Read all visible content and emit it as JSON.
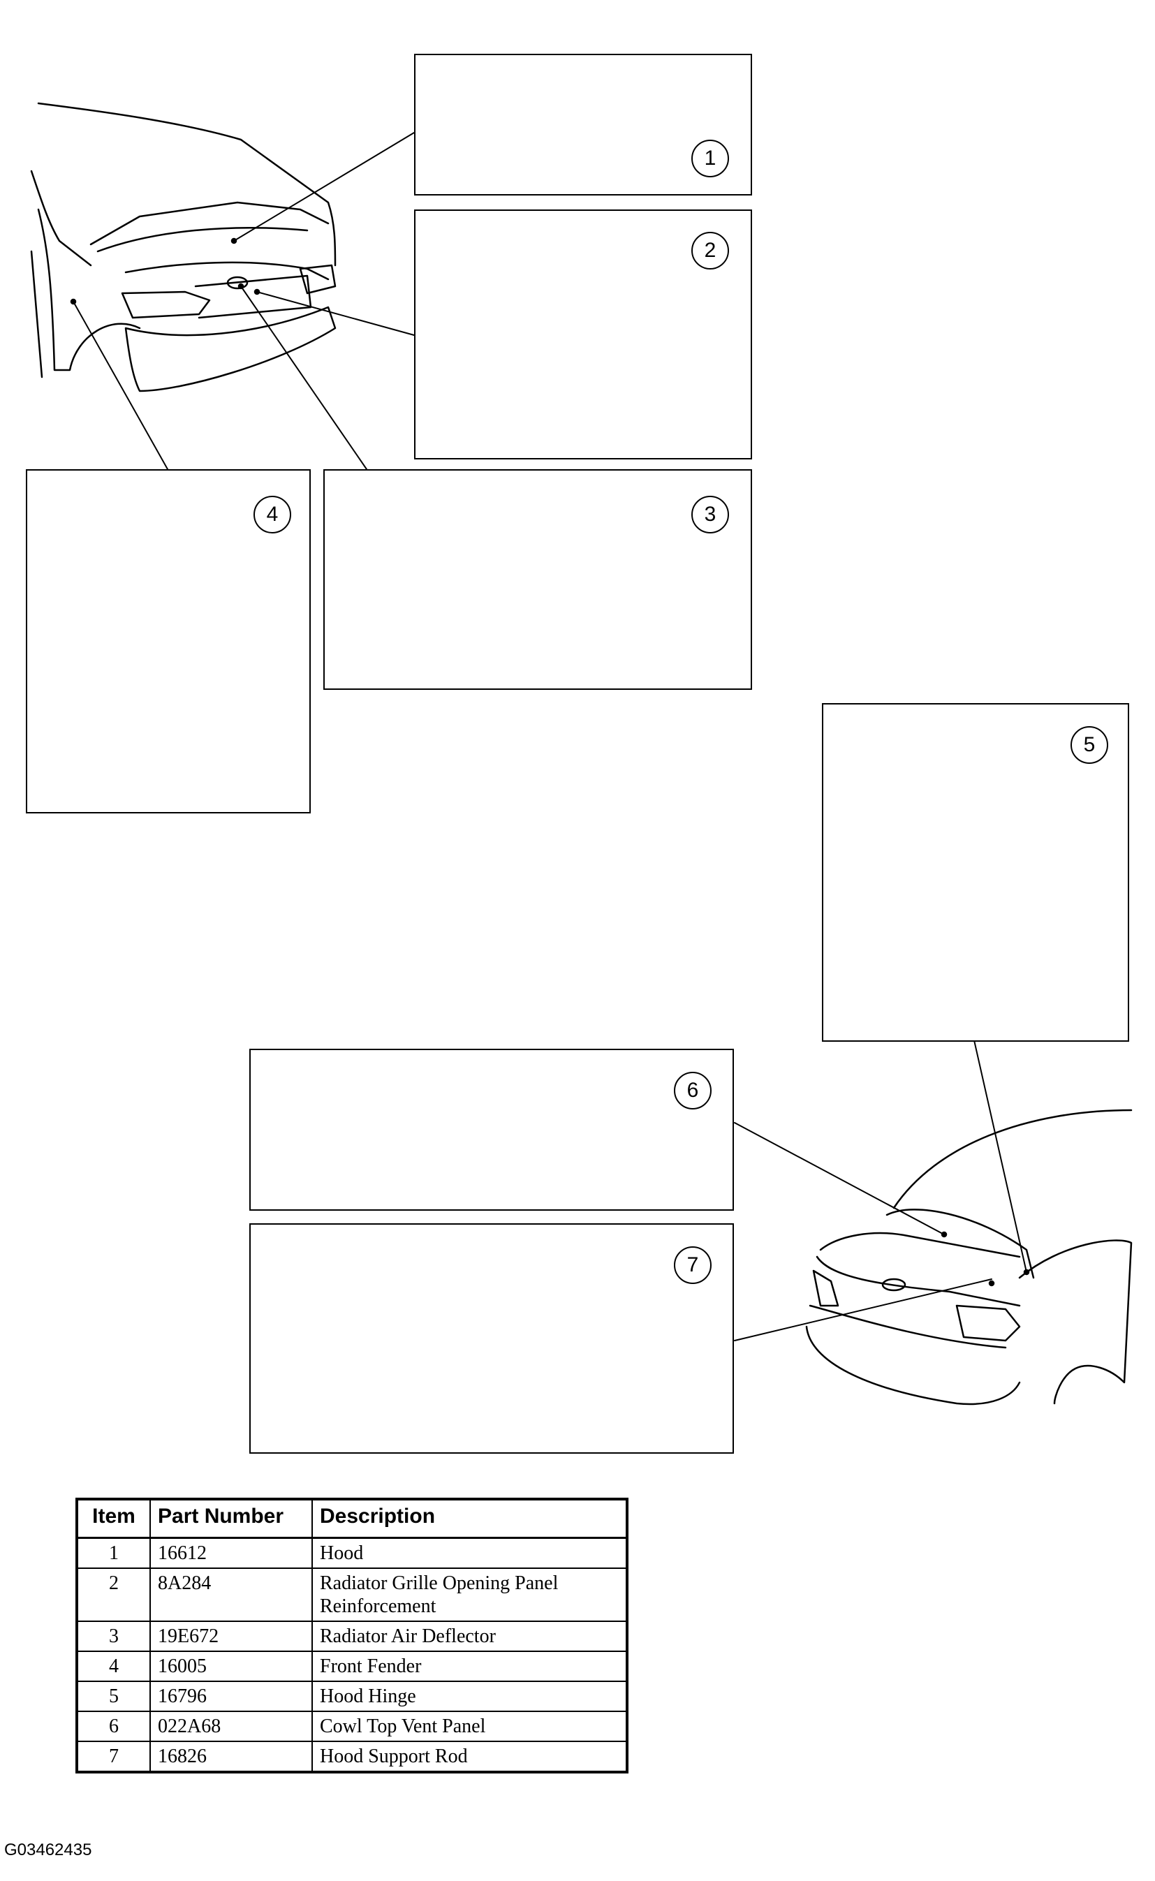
{
  "callouts": [
    "1",
    "2",
    "3",
    "4",
    "5",
    "6",
    "7"
  ],
  "table": {
    "headers": {
      "item": "Item",
      "part_number": "Part Number",
      "description": "Description"
    },
    "rows": [
      {
        "item": "1",
        "part_number": "16612",
        "description": "Hood"
      },
      {
        "item": "2",
        "part_number": "8A284",
        "description": "Radiator Grille Opening Panel Reinforcement"
      },
      {
        "item": "3",
        "part_number": "19E672",
        "description": "Radiator Air Deflector"
      },
      {
        "item": "4",
        "part_number": "16005",
        "description": "Front Fender"
      },
      {
        "item": "5",
        "part_number": "16796",
        "description": "Hood Hinge"
      },
      {
        "item": "6",
        "part_number": "022A68",
        "description": "Cowl Top Vent Panel"
      },
      {
        "item": "7",
        "part_number": "16826",
        "description": "Hood Support Rod"
      }
    ]
  },
  "figure_id": "G03462435"
}
